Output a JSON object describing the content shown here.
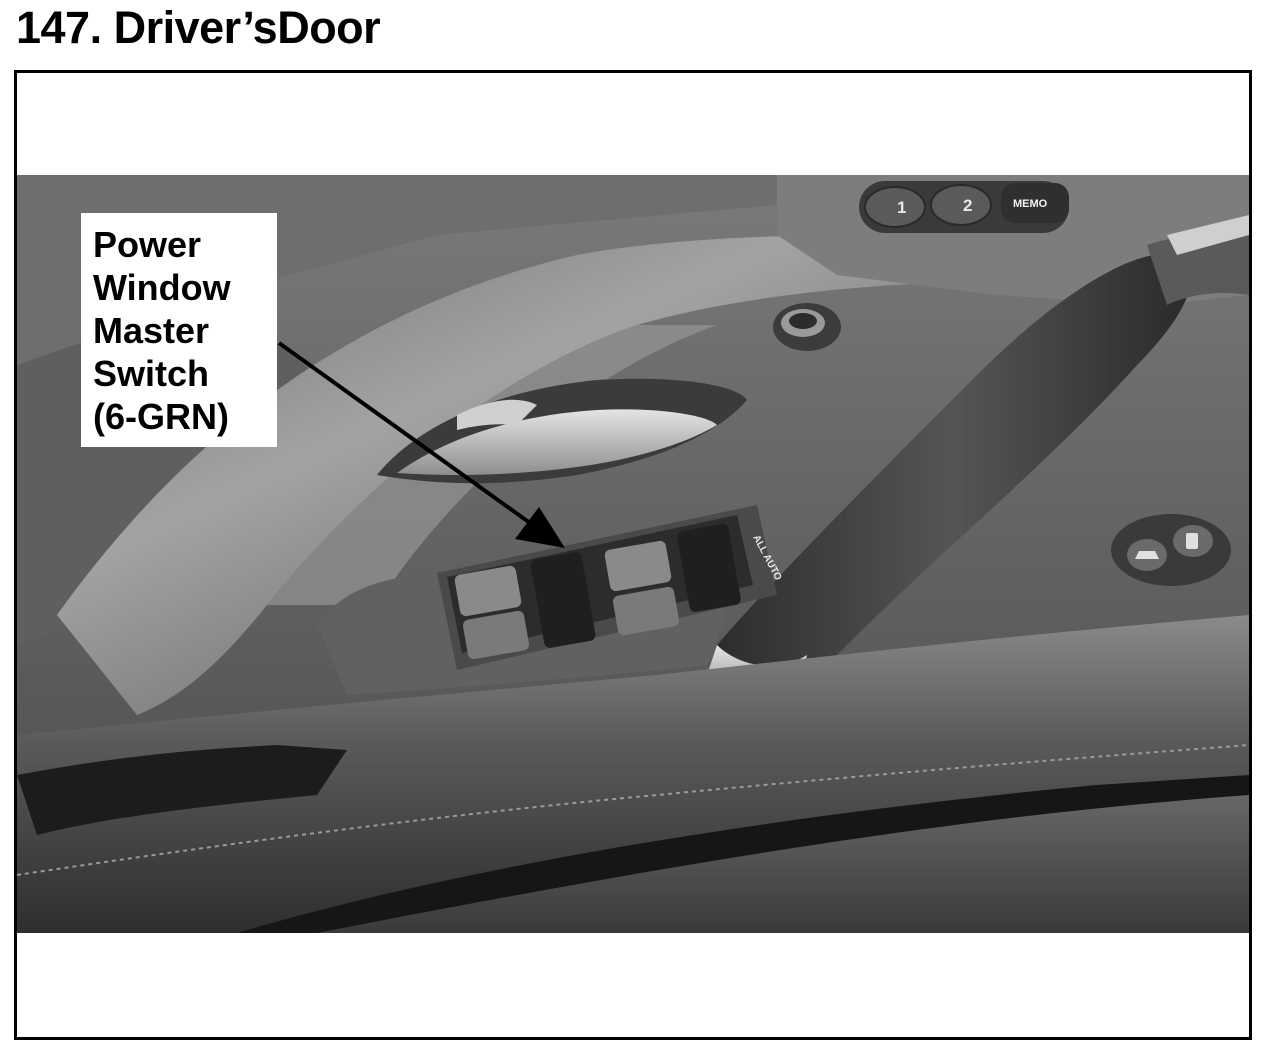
{
  "title": "147. Driver’sDoor",
  "callout": {
    "lines": [
      "Power",
      "Window",
      "Master",
      "Switch",
      "(6-GRN)"
    ]
  },
  "photo_labels": {
    "memo_button_1": "1",
    "memo_button_2": "2",
    "memo_button": "MEMO",
    "switch_panel_text": "ALL AUTO"
  },
  "colors": {
    "frame": "#000000",
    "panel_dark": "#3a3a3a",
    "panel_mid": "#6b6b6b",
    "wood_trim": "#8c8c8c"
  },
  "icons": [
    "memory-seat-button-icon",
    "trunk-release-icon",
    "fuel-door-icon",
    "door-lock-icon",
    "callout-arrow"
  ]
}
